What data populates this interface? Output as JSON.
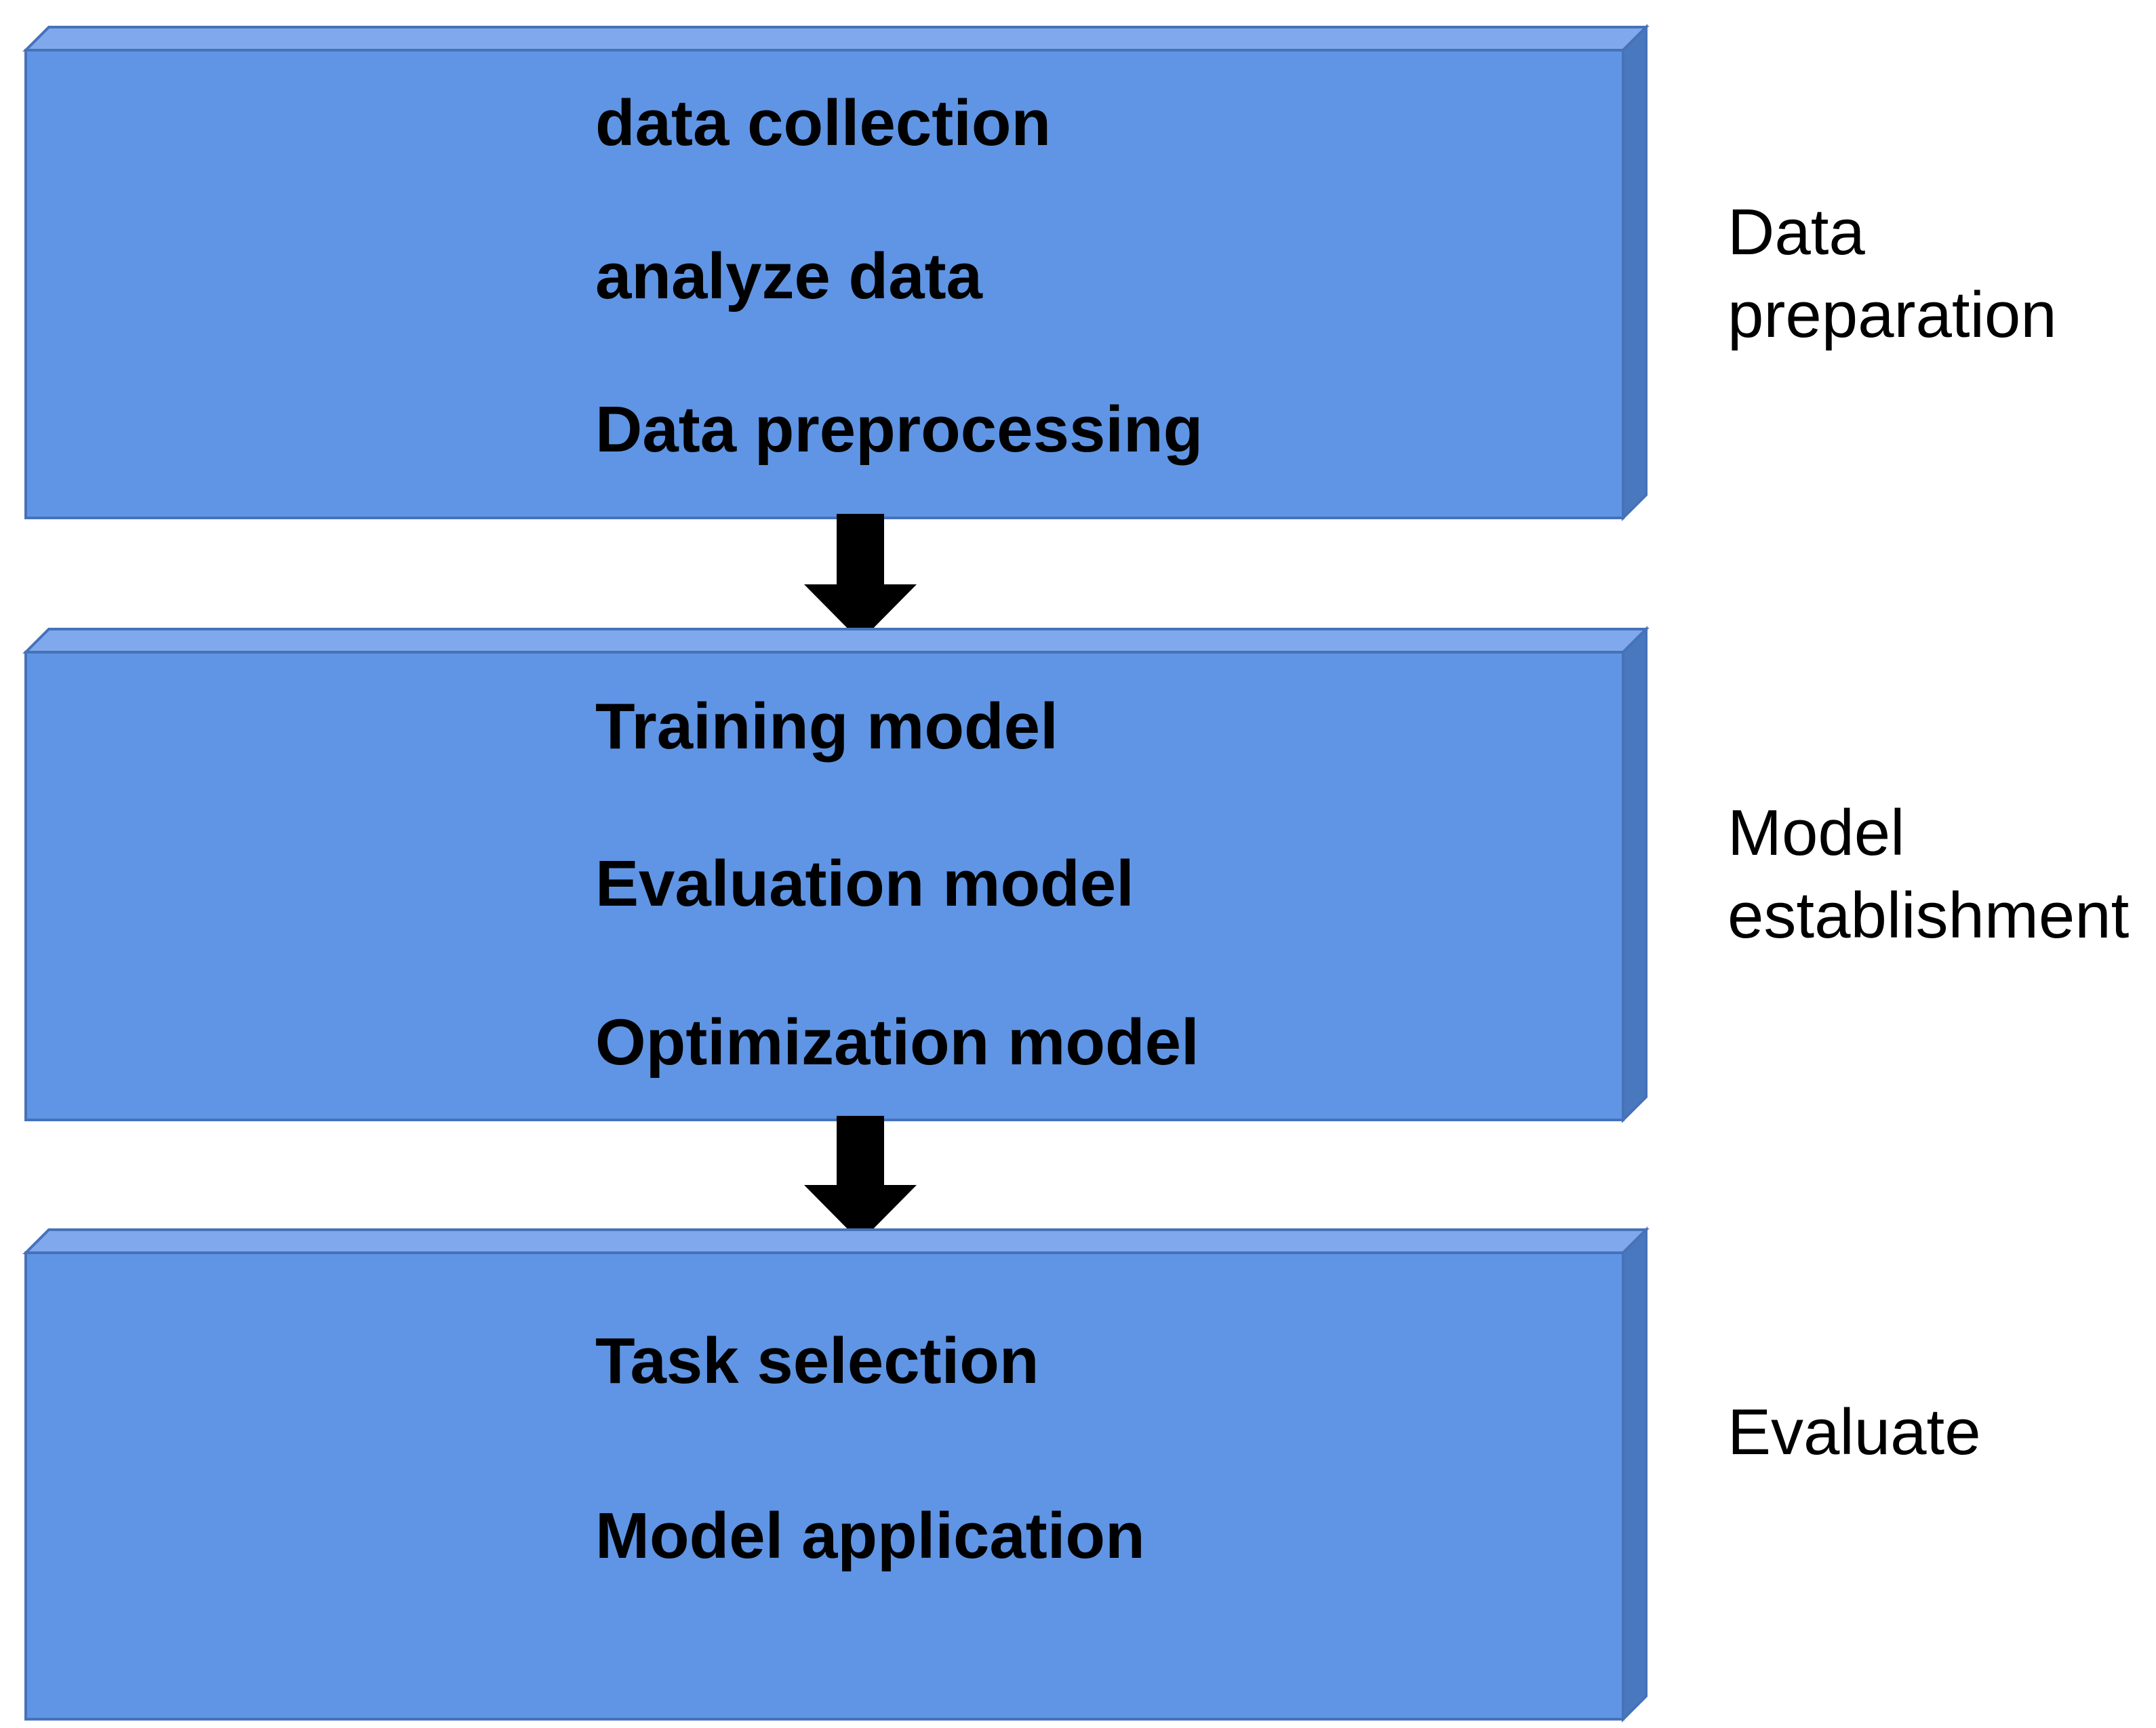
{
  "colors": {
    "box_front": "#5f95e4",
    "box_top": "#7fa9ec",
    "box_side": "#4a78bf",
    "box_border": "#4672b9",
    "arrow": "#000000",
    "text": "#000000",
    "background": "#ffffff"
  },
  "stages": [
    {
      "phase_lines": [
        "Data",
        "preparation"
      ],
      "steps": [
        "data collection",
        "analyze data",
        "Data preprocessing"
      ]
    },
    {
      "phase_lines": [
        "Model",
        "establishment"
      ],
      "steps": [
        "Training model",
        "Evaluation model",
        "Optimization model"
      ]
    },
    {
      "phase_lines": [
        "Evaluate"
      ],
      "steps": [
        "Task selection",
        "Model application"
      ]
    }
  ],
  "arrows": [
    {
      "from": 1,
      "to": 2,
      "icon": "down-arrow-icon"
    },
    {
      "from": 2,
      "to": 3,
      "icon": "down-arrow-icon"
    }
  ]
}
